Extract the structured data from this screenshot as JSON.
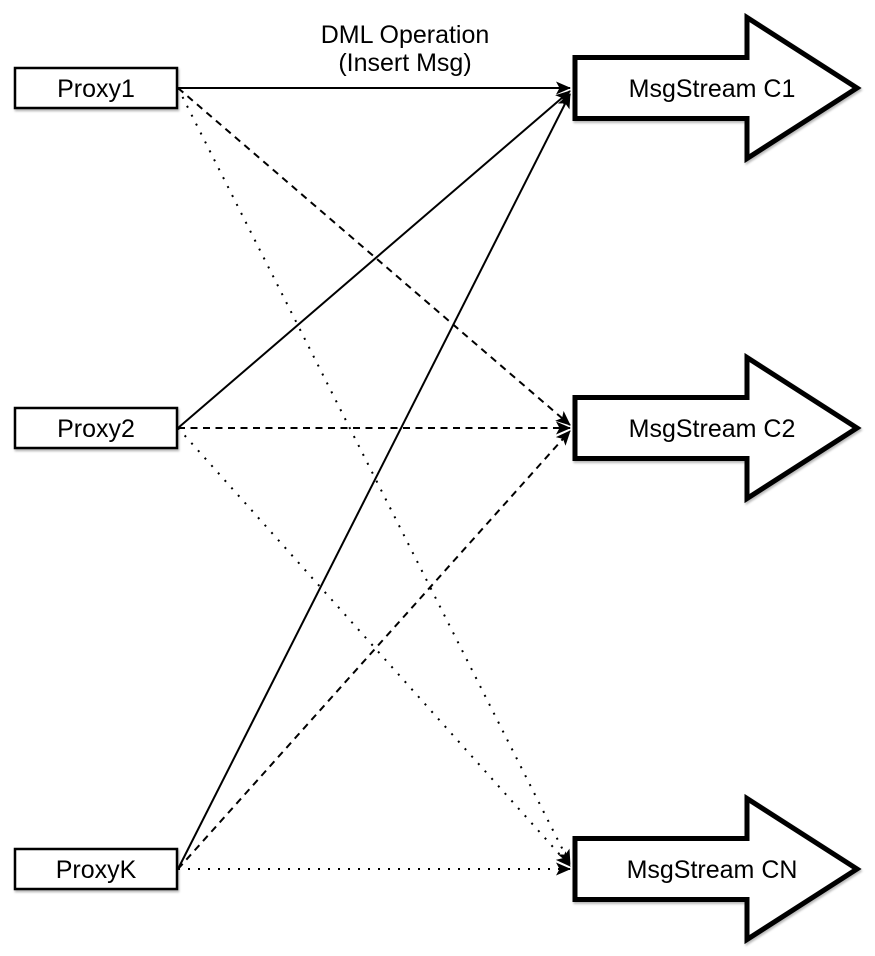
{
  "diagram": {
    "edge_label": {
      "line1": "DML Operation",
      "line2": "(Insert Msg)"
    },
    "proxies": [
      {
        "label": "Proxy1"
      },
      {
        "label": "Proxy2"
      },
      {
        "label": "ProxyK"
      }
    ],
    "streams": [
      {
        "label": "MsgStream C1"
      },
      {
        "label": "MsgStream C2"
      },
      {
        "label": "MsgStream CN"
      }
    ],
    "edges": [
      {
        "from": "Proxy1",
        "to": "MsgStream C1",
        "style": "solid",
        "label": "DML Operation (Insert Msg)"
      },
      {
        "from": "Proxy2",
        "to": "MsgStream C1",
        "style": "solid",
        "label": ""
      },
      {
        "from": "ProxyK",
        "to": "MsgStream C1",
        "style": "solid",
        "label": ""
      },
      {
        "from": "Proxy1",
        "to": "MsgStream C2",
        "style": "dashed",
        "label": ""
      },
      {
        "from": "Proxy2",
        "to": "MsgStream C2",
        "style": "dashed",
        "label": ""
      },
      {
        "from": "ProxyK",
        "to": "MsgStream C2",
        "style": "dashed",
        "label": ""
      },
      {
        "from": "Proxy1",
        "to": "MsgStream CN",
        "style": "dotted",
        "label": ""
      },
      {
        "from": "Proxy2",
        "to": "MsgStream CN",
        "style": "dotted",
        "label": ""
      },
      {
        "from": "ProxyK",
        "to": "MsgStream CN",
        "style": "dotted",
        "label": ""
      }
    ],
    "colors": {
      "stroke": "#000000",
      "fill": "#ffffff",
      "background": "#ffffff"
    }
  }
}
